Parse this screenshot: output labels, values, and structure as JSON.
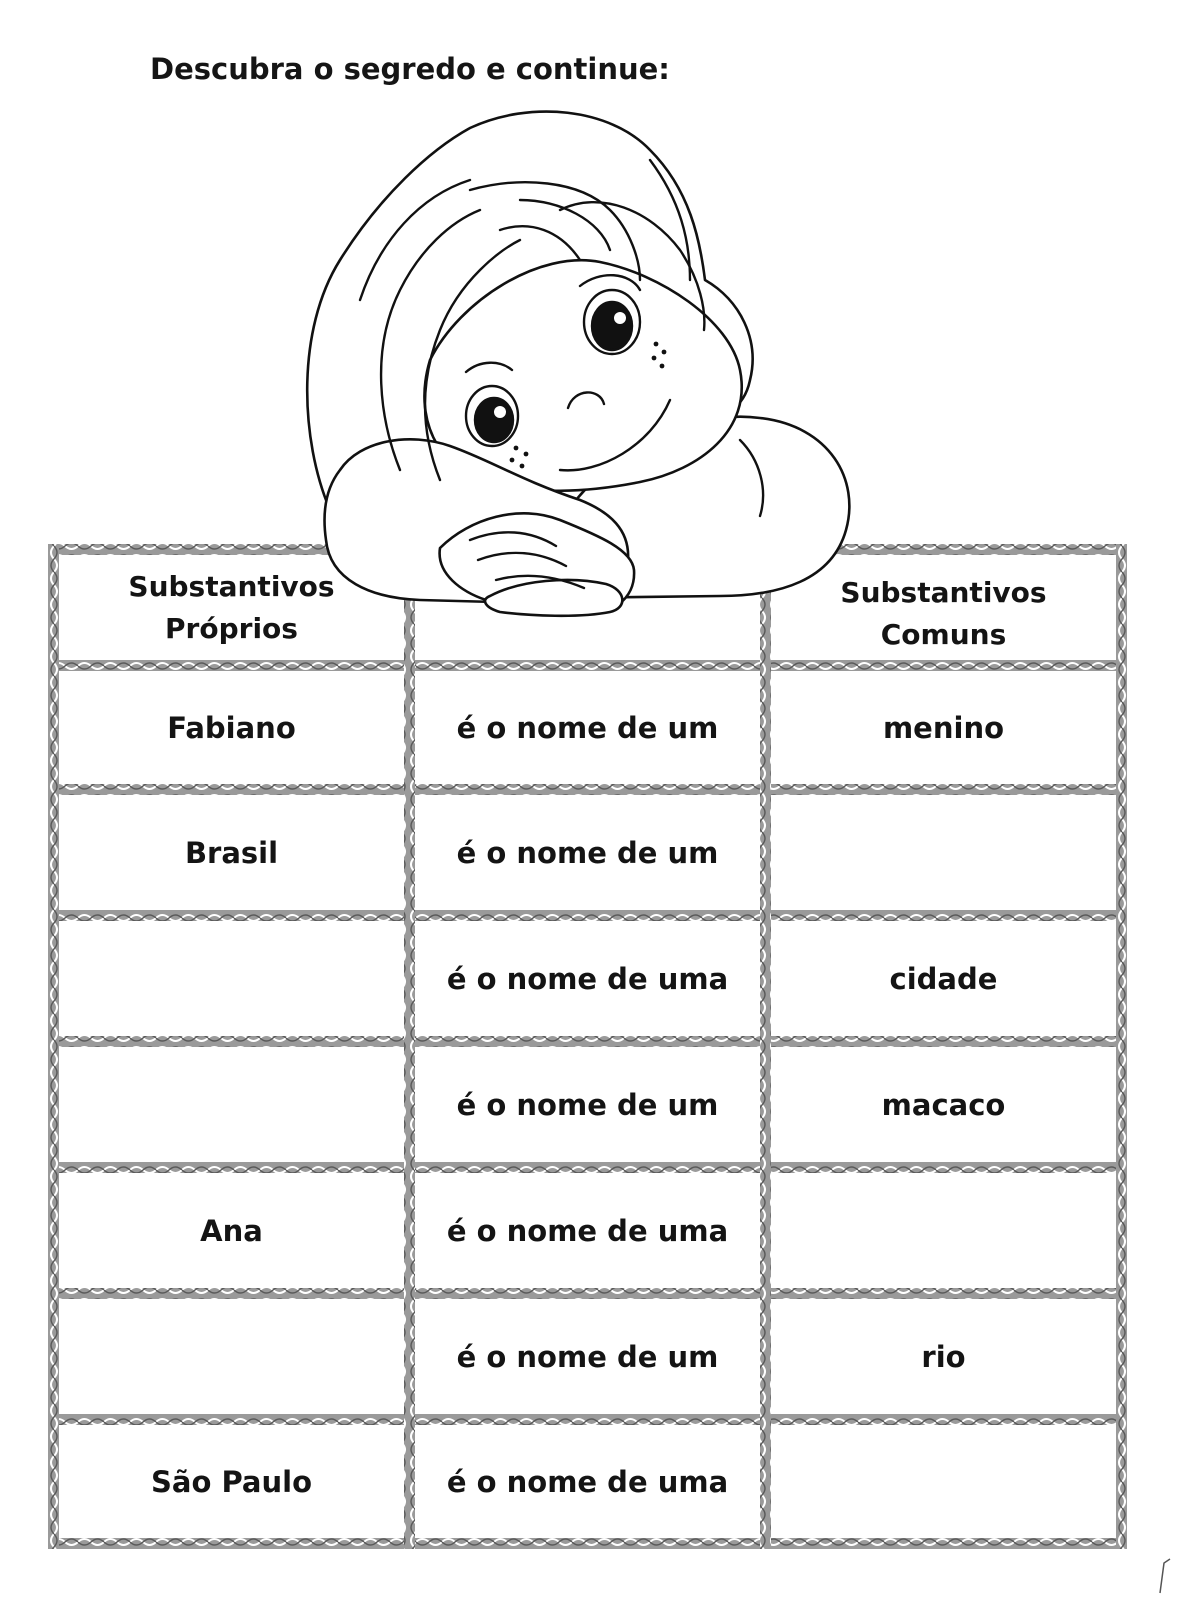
{
  "title": "Descubra o segredo e continue:",
  "table": {
    "header": {
      "left": [
        "Substantivos",
        "Próprios"
      ],
      "middle": "",
      "right": [
        "Substantivos",
        "Comuns"
      ]
    },
    "rows": [
      {
        "proprio": "Fabiano",
        "frase": "é o nome de um",
        "comum": "menino"
      },
      {
        "proprio": "Brasil",
        "frase": "é o nome de um",
        "comum": ""
      },
      {
        "proprio": "",
        "frase": "é o nome de uma",
        "comum": "cidade"
      },
      {
        "proprio": "",
        "frase": "é o nome de um",
        "comum": "macaco"
      },
      {
        "proprio": "Ana",
        "frase": "é o nome de uma",
        "comum": ""
      },
      {
        "proprio": "",
        "frase": "é o nome de um",
        "comum": "rio"
      },
      {
        "proprio": "São Paulo",
        "frase": "é o nome de uma",
        "comum": ""
      }
    ]
  },
  "illustration": {
    "icon": "girl-leaning-on-arms-illustration"
  },
  "colors": {
    "border": "#8a8a8a",
    "ink": "#141414",
    "paper": "#ffffff"
  }
}
